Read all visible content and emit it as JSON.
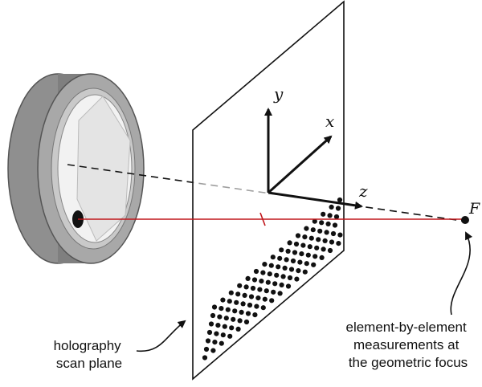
{
  "axes": {
    "x": "x",
    "y": "y",
    "z": "z"
  },
  "focus_label": "F",
  "scan_plane_label": [
    "holography",
    "scan plane"
  ],
  "focus_caption": [
    "element-by-element",
    "measurements at",
    "the geometric focus"
  ],
  "colors": {
    "beam": "#c0161b",
    "ring_outer": "#8f8f8f",
    "ring_face": "#a8a8a8",
    "dish": "#f2f2f2",
    "ink": "#111111"
  }
}
